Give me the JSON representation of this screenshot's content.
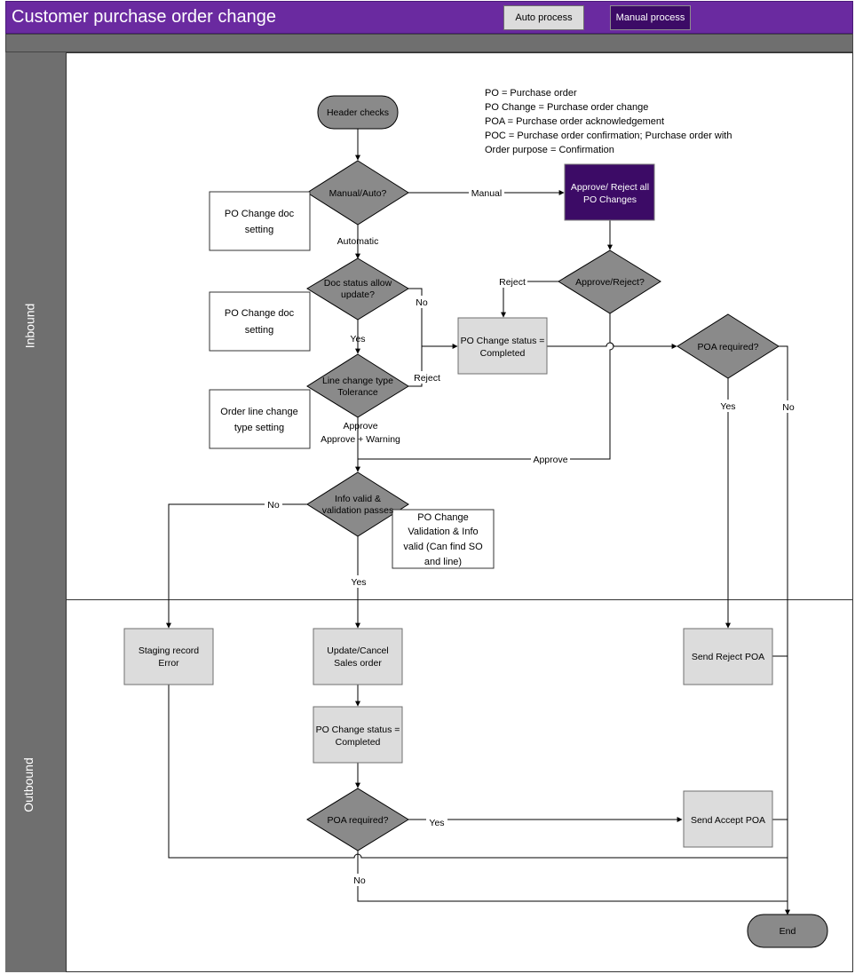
{
  "header": {
    "title": "Customer purchase order change",
    "legend_auto": "Auto process",
    "legend_manual": "Manual process"
  },
  "lanes": {
    "inbound": "Inbound",
    "outbound": "Outbound"
  },
  "notes": {
    "line1": "PO = Purchase order",
    "line2": "PO Change = Purchase order change",
    "line3": "POA = Purchase order acknowledgement",
    "line4": "POC = Purchase order confirmation; Purchase order with",
    "line5": "Order purpose = Confirmation"
  },
  "nodes": {
    "header_checks": "Header checks",
    "manual_auto": "Manual/Auto?",
    "doc_status_1": "Doc status allow",
    "doc_status_2": "update?",
    "line_change_1": "Line change type",
    "line_change_2": "Tolerance",
    "info_valid_1": "Info valid &",
    "info_valid_2": "validation passes",
    "approve_reject_all_1": "Approve/ Reject all",
    "approve_reject_all_2": "PO Changes",
    "approve_reject": "Approve/Reject?",
    "status_completed_1_a": "PO Change status =",
    "status_completed_1_b": "Completed",
    "poa_required_1": "POA required?",
    "staging_error_a": "Staging record",
    "staging_error_b": "Error",
    "update_cancel_a": "Update/Cancel",
    "update_cancel_b": "Sales order",
    "status_completed_2_a": "PO Change status =",
    "status_completed_2_b": "Completed",
    "poa_required_2": "POA required?",
    "send_reject": "Send Reject POA",
    "send_accept": "Send Accept POA",
    "end": "End"
  },
  "annotations": {
    "doc_setting_1_a": "PO Change doc",
    "doc_setting_1_b": "setting",
    "doc_setting_2_a": "PO Change doc",
    "doc_setting_2_b": "setting",
    "line_change_setting_a": "Order line change",
    "line_change_setting_b": "type setting",
    "validation_a": "PO Change",
    "validation_b": "Validation & Info",
    "validation_c": "valid (Can find SO",
    "validation_d": "and line)"
  },
  "edge_labels": {
    "manual": "Manual",
    "automatic": "Automatic",
    "no_doc": "No",
    "yes_doc": "Yes",
    "reject_line": "Reject",
    "approve_line": "Approve",
    "approve_warning": "Approve + Warning",
    "reject_ar": "Reject",
    "approve_ar": "Approve",
    "no_info": "No",
    "yes_info": "Yes",
    "yes_poa1": "Yes",
    "no_poa1": "No",
    "yes_poa2": "Yes",
    "no_poa2": "No"
  },
  "colors": {
    "manual": "#3c0b66",
    "header": "#6a2aa0",
    "auto_fill": "#dcdcdc",
    "decision_fill": "#8a8a8a",
    "lane_strip": "#6f6f6f"
  }
}
